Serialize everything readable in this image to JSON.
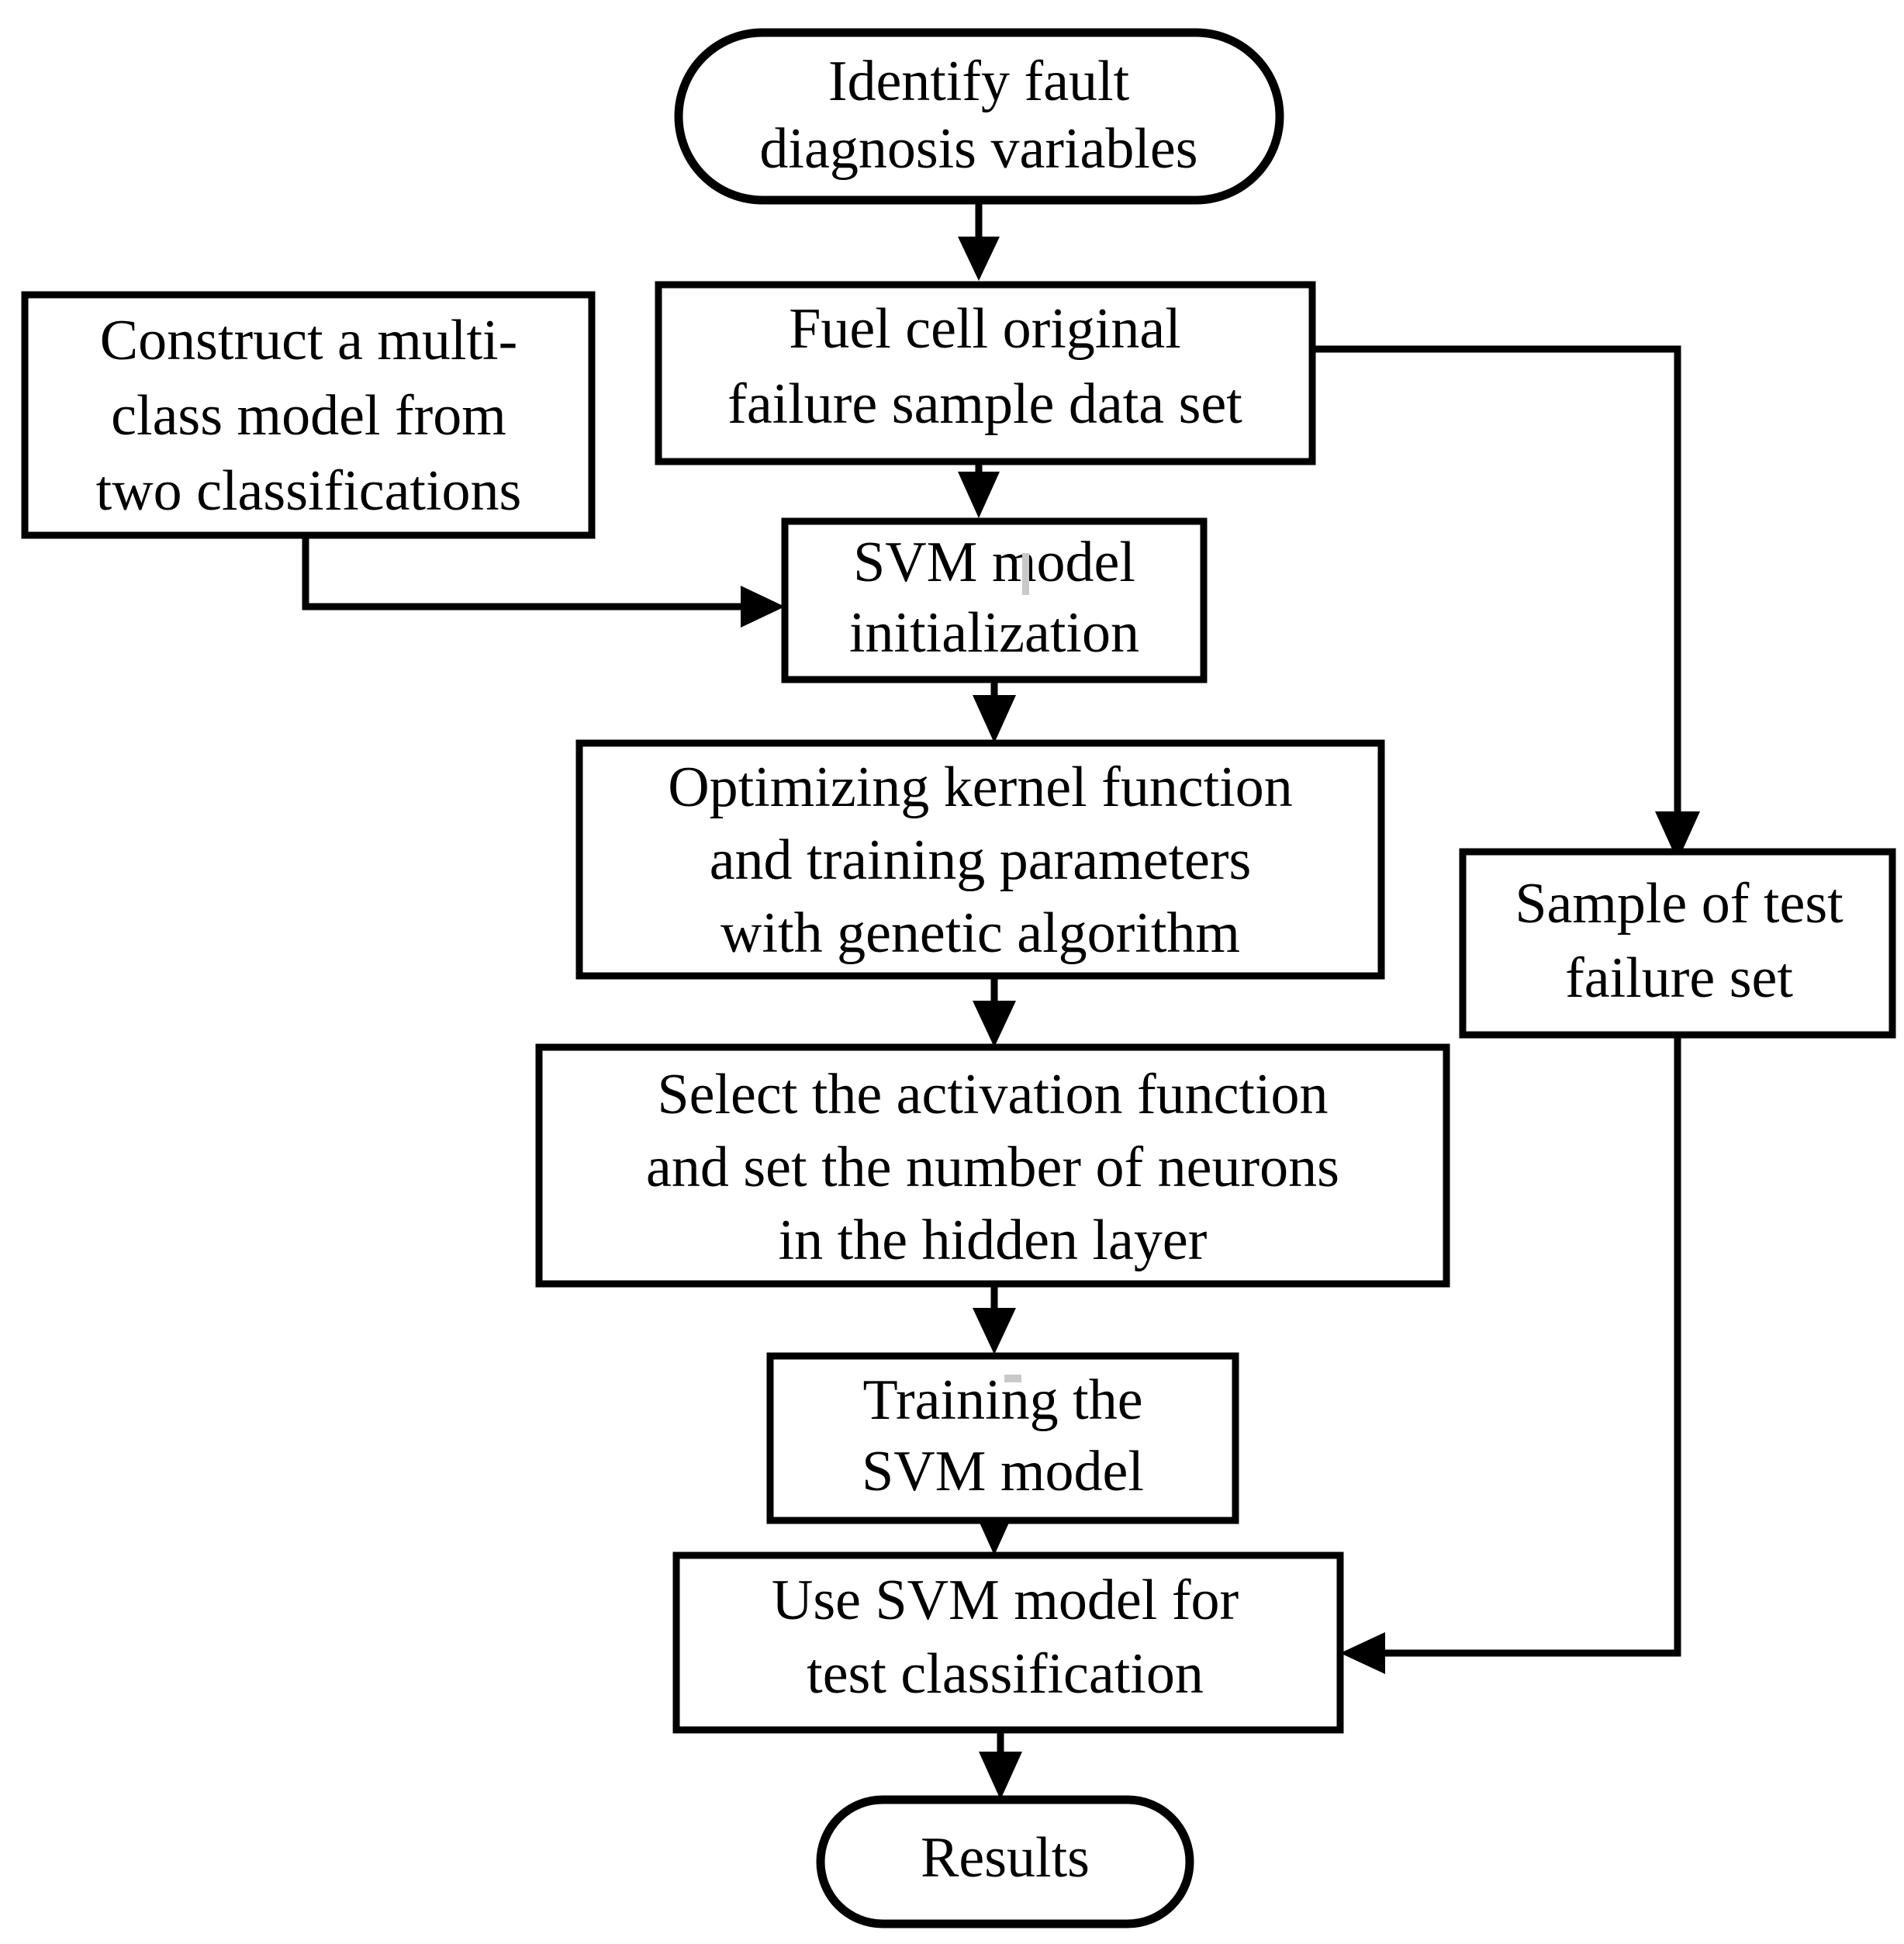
{
  "diagram": {
    "title": "SVM fault diagnosis flowchart",
    "background_color": "#ffffff",
    "line_color": "#000000",
    "text_color": "#000000",
    "nodes": [
      {
        "id": "identify",
        "shape": "terminator",
        "lines": [
          "Identify fault",
          "diagnosis variables"
        ]
      },
      {
        "id": "construct",
        "shape": "process",
        "lines": [
          "Construct a multi-",
          "class model from",
          "two classifications"
        ]
      },
      {
        "id": "dataset",
        "shape": "process",
        "lines": [
          "Fuel cell original",
          "failure sample data set"
        ]
      },
      {
        "id": "svm_init",
        "shape": "process",
        "lines": [
          "SVM model",
          "initialization"
        ]
      },
      {
        "id": "optimize",
        "shape": "process",
        "lines": [
          "Optimizing kernel function",
          "and training parameters",
          "with genetic algorithm"
        ]
      },
      {
        "id": "activation",
        "shape": "process",
        "lines": [
          "Select the activation function",
          "and set the number of neurons",
          "in the hidden layer"
        ]
      },
      {
        "id": "training",
        "shape": "process",
        "lines": [
          "Training the",
          "SVM model"
        ]
      },
      {
        "id": "classify",
        "shape": "process",
        "lines": [
          "Use SVM model for",
          "test classification"
        ]
      },
      {
        "id": "results",
        "shape": "terminator",
        "lines": [
          "Results"
        ]
      },
      {
        "id": "testset",
        "shape": "process",
        "lines": [
          "Sample of test",
          "failure set"
        ]
      }
    ],
    "edges": [
      {
        "id": "e1",
        "from": "identify",
        "to": "dataset"
      },
      {
        "id": "e2",
        "from": "dataset",
        "to": "svm_init"
      },
      {
        "id": "e3",
        "from": "construct",
        "to": "svm_init"
      },
      {
        "id": "e4",
        "from": "svm_init",
        "to": "optimize"
      },
      {
        "id": "e5",
        "from": "optimize",
        "to": "activation"
      },
      {
        "id": "e6",
        "from": "activation",
        "to": "training"
      },
      {
        "id": "e7",
        "from": "training",
        "to": "classify"
      },
      {
        "id": "e8",
        "from": "classify",
        "to": "results"
      },
      {
        "id": "e9",
        "from": "dataset",
        "to": "testset"
      },
      {
        "id": "e10",
        "from": "testset",
        "to": "classify"
      }
    ]
  }
}
